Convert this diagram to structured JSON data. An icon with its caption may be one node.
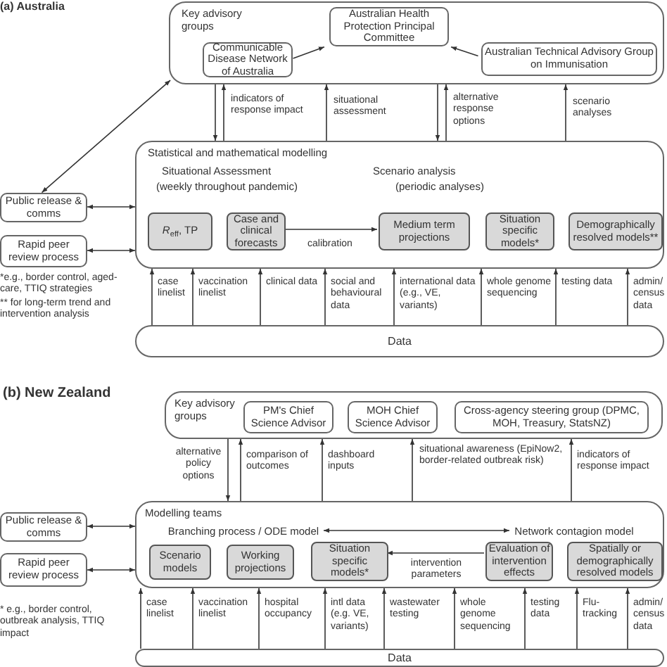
{
  "diagram": {
    "nodes": [
      {
        "text": [
          "Key advisory groups"
        ]
      },
      {
        "text": [
          "Australian Health Protection Principal Committee"
        ],
        "in": 0
      },
      {
        "text": [
          "Communicable Disease Network of Australia"
        ],
        "in": 0
      },
      {
        "text": [
          "Australian Technical Advisory Group on Immunisation"
        ],
        "in": 0
      },
      {
        "text": [
          "Statistical and mathematical modelling",
          "Situational Assessment",
          "(weekly throughout pandemic)",
          "Scenario analysis",
          "(periodic analyses)"
        ]
      },
      {
        "text": [
          "*R*$_{eff}$, TP"
        ],
        "in": 4
      },
      {
        "text": [
          "Case and clinical forecasts"
        ],
        "in": 4
      },
      {
        "text": [
          "Medium term projections"
        ],
        "in": 4
      },
      {
        "text": [
          "Situation specific models*"
        ],
        "in": 4
      },
      {
        "text": [
          "Demographically resolved models**"
        ],
        "in": 4
      },
      {
        "text": [
          "Public release & comms"
        ]
      },
      {
        "text": [
          "Rapid peer review process"
        ]
      },
      {
        "text": [
          "Data"
        ]
      },
      {
        "text": [
          "Key advisory groups"
        ]
      },
      {
        "text": [
          "PM's Chief Science Advisor"
        ],
        "in": 13
      },
      {
        "text": [
          "MOH Chief Science Advisor"
        ],
        "in": 13
      },
      {
        "text": [
          "Cross-agency steering group (DPMC, MOH, Treasury, StatsNZ)"
        ],
        "in": 13
      },
      {
        "text": [
          "Modelling teams"
        ]
      },
      {
        "text": [
          "Branching process / ODE model"
        ],
        "in": 17
      },
      {
        "text": [
          "Network contagion model"
        ],
        "in": 17
      },
      {
        "text": [
          "Scenario models"
        ],
        "in": 17
      },
      {
        "text": [
          "Working projections"
        ],
        "in": 17
      },
      {
        "text": [
          "Situation specific models*"
        ],
        "in": 17
      },
      {
        "text": [
          "Evaluation of intervention effects"
        ],
        "in": 17
      },
      {
        "text": [
          "Spatially or demographically resolved models"
        ],
        "in": 17
      },
      {
        "text": [
          "Public release & comms"
        ]
      },
      {
        "text": [
          "Rapid peer review process"
        ]
      },
      {
        "text": [
          "Data"
        ]
      }
    ],
    "edges": [
      {
        "from": 2,
        "to": 1,
        "arrow": "to"
      },
      {
        "from": 3,
        "to": 1,
        "arrow": "to"
      },
      {
        "from": 10,
        "to": 0,
        "arrow": "both"
      },
      {
        "from": 0,
        "to": 4,
        "arrow": "to"
      },
      {
        "from": 4,
        "to": 0,
        "arrow": "to",
        "label": "indicators of response impact"
      },
      {
        "from": 4,
        "to": 0,
        "arrow": "to",
        "label": "situational assessment"
      },
      {
        "from": 0,
        "to": 4,
        "arrow": "to"
      },
      {
        "from": 4,
        "to": 0,
        "arrow": "to",
        "label": "alternative response options"
      },
      {
        "from": 4,
        "to": 0,
        "arrow": "to",
        "label": "scenario analyses"
      },
      {
        "from": 10,
        "to": 4,
        "arrow": "both"
      },
      {
        "from": 11,
        "to": 4,
        "arrow": "both"
      },
      {
        "from": 6,
        "to": 7,
        "arrow": "to",
        "label": "calibration"
      },
      {
        "from": 12,
        "to": 4,
        "arrow": "to",
        "label": "case linelist"
      },
      {
        "from": 12,
        "to": 4,
        "arrow": "to",
        "label": "vaccination linelist"
      },
      {
        "from": 12,
        "to": 4,
        "arrow": "to",
        "label": "clinical data"
      },
      {
        "from": 12,
        "to": 4,
        "arrow": "to",
        "label": "social and behavioural data"
      },
      {
        "from": 12,
        "to": 4,
        "arrow": "to",
        "label": "international data (e.g., VE, variants)"
      },
      {
        "from": 12,
        "to": 4,
        "arrow": "to",
        "label": "whole genome sequencing"
      },
      {
        "from": 12,
        "to": 4,
        "arrow": "to",
        "label": "testing data"
      },
      {
        "from": 12,
        "to": 4,
        "arrow": "to",
        "label": "admin/ census data"
      },
      {
        "from": 13,
        "to": 17,
        "arrow": "to",
        "label": "alternative policy options"
      },
      {
        "from": 17,
        "to": 13,
        "arrow": "to",
        "label": "comparison of outcomes"
      },
      {
        "from": 17,
        "to": 13,
        "arrow": "to",
        "label": "dashboard inputs"
      },
      {
        "from": 17,
        "to": 13,
        "arrow": "to",
        "label": "situational awareness (EpiNow2, border-related outbreak risk)"
      },
      {
        "from": 17,
        "to": 13,
        "arrow": "to",
        "label": "indicators of response impact"
      },
      {
        "from": 25,
        "to": 17,
        "arrow": "both"
      },
      {
        "from": 26,
        "to": 17,
        "arrow": "both"
      },
      {
        "from": 18,
        "to": 19,
        "arrow": "both"
      },
      {
        "from": 23,
        "to": 22,
        "arrow": "to",
        "label": "intervention parameters"
      },
      {
        "from": 27,
        "to": 17,
        "arrow": "to",
        "label": "case linelist"
      },
      {
        "from": 27,
        "to": 17,
        "arrow": "to",
        "label": "vaccination linelist"
      },
      {
        "from": 27,
        "to": 17,
        "arrow": "to",
        "label": "hospital occupancy"
      },
      {
        "from": 27,
        "to": 17,
        "arrow": "to",
        "label": "intl data (e.g. VE, variants)"
      },
      {
        "from": 27,
        "to": 17,
        "arrow": "to",
        "label": "wastewater testing"
      },
      {
        "from": 27,
        "to": 17,
        "arrow": "to",
        "label": "whole genome sequencing"
      },
      {
        "from": 27,
        "to": 17,
        "arrow": "to",
        "label": "testing data"
      },
      {
        "from": 27,
        "to": 17,
        "arrow": "to",
        "label": "Flu-tracking"
      },
      {
        "from": 27,
        "to": 17,
        "arrow": "to",
        "label": "admin/ census data"
      }
    ],
    "labels": [
      "(a) Australia",
      "*e.g., border control, aged-care, TTIQ strategies",
      "** for long-term trend and intervention analysis",
      "(b) New Zealand",
      "* e.g., border control, outbreak analysis, TTIQ impact"
    ]
  }
}
